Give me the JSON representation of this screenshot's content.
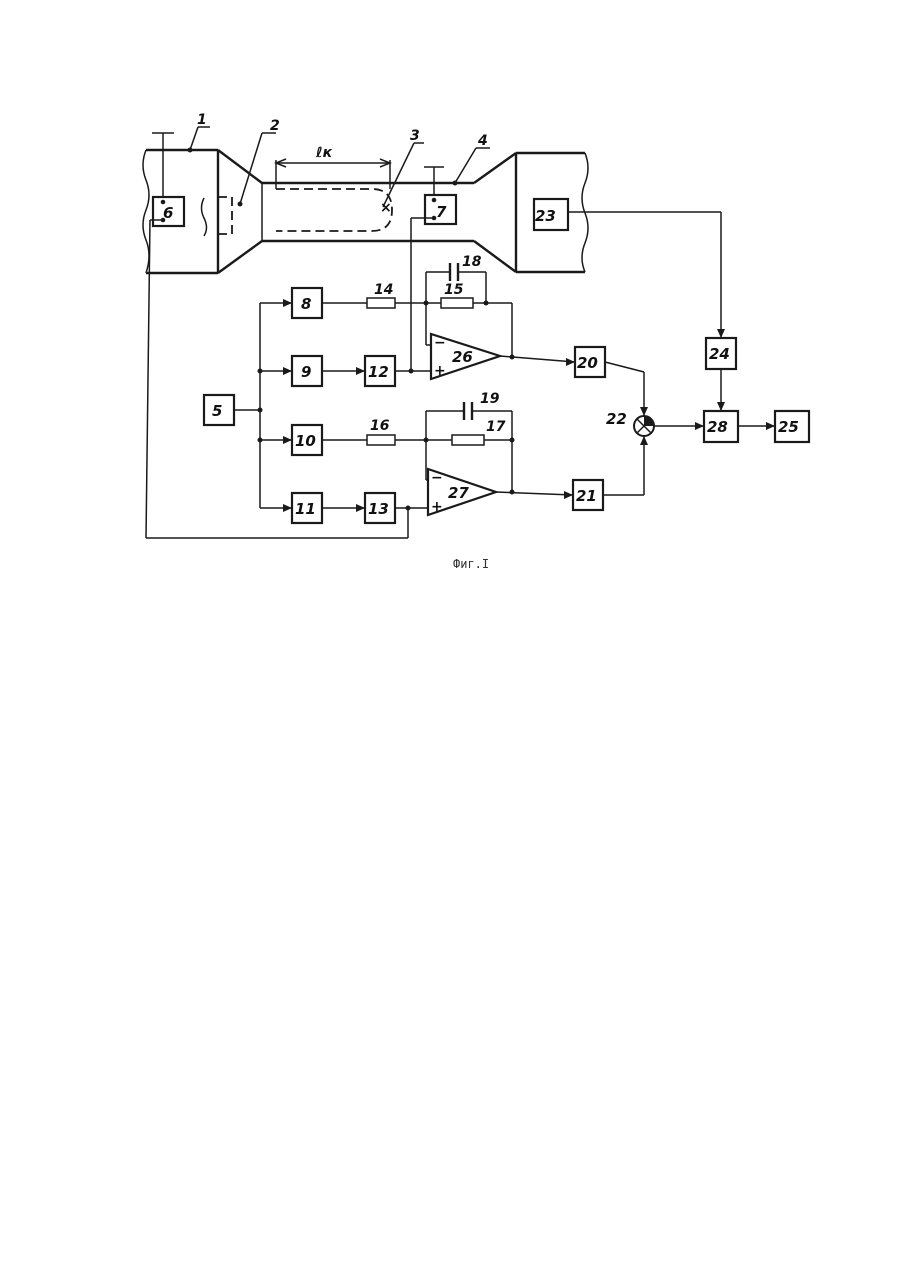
{
  "figure": {
    "caption": "Фиг.I",
    "length_label": "ℓк",
    "part_labels": {
      "p1": "1",
      "p2": "2",
      "p3": "3",
      "p4": "4"
    },
    "blocks": {
      "b5": "5",
      "b6": "6",
      "b7": "7",
      "b8": "8",
      "b9": "9",
      "b10": "10",
      "b11": "11",
      "b12": "12",
      "b13": "13",
      "b20": "20",
      "b21": "21",
      "b23": "23",
      "b24": "24",
      "b25": "25",
      "b28": "28"
    },
    "amplifiers": {
      "a26": "26",
      "a27": "27"
    },
    "resistors": {
      "r14": "14",
      "r15": "15",
      "r16": "16",
      "r17": "17"
    },
    "capacitors": {
      "c18": "18",
      "c19": "19"
    },
    "summator": "22",
    "signs": {
      "minus": "−",
      "plus": "+"
    }
  }
}
